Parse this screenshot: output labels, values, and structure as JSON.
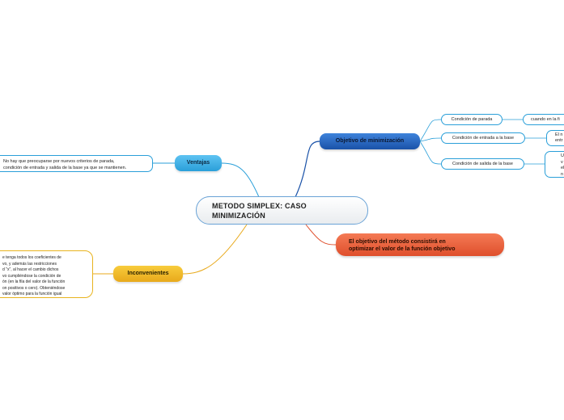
{
  "colors": {
    "blue_light": "#2a9fd9",
    "blue_dark": "#1a52a8",
    "yellow": "#e8a91b",
    "orange": "#df4f2c",
    "central_border": "#6aa3d6"
  },
  "central": {
    "line1": "METODO SIMPLEX: CASO",
    "line2": "MINIMIZACIÓN"
  },
  "ventajas": {
    "label": "Ventajas",
    "text": "No hay que preocuparse por nuevos criterios de parada,\ncondición de entrada y salida de la base ya que se mantienen."
  },
  "inconvenientes": {
    "label": "Inconvenientes",
    "text": "e tenga todos los coeficientes de\nvo, y además las restricciones\nd \"x\", al hacer el cambio dichos\nvo cumpliéndose la condición de\nón (en la fila del valor de la función\non positivos o cero). Obteniéndose\nvalor óptimo para la función igual"
  },
  "objetivo_minimizacion": {
    "label": "Objetivo de minimización",
    "condiciones": [
      {
        "label": "Condición de parada",
        "detail": "cuando en la fi"
      },
      {
        "label": "Condición de entrada a la base",
        "detail": "El n\nentr"
      },
      {
        "label": "Condición de salida de la base",
        "detail": "U\nv\nel\nn"
      }
    ]
  },
  "objetivo_metodo": {
    "line1": "El objetivo del método consistirá en",
    "line2": "optimizar el valor de la función objetivo"
  }
}
